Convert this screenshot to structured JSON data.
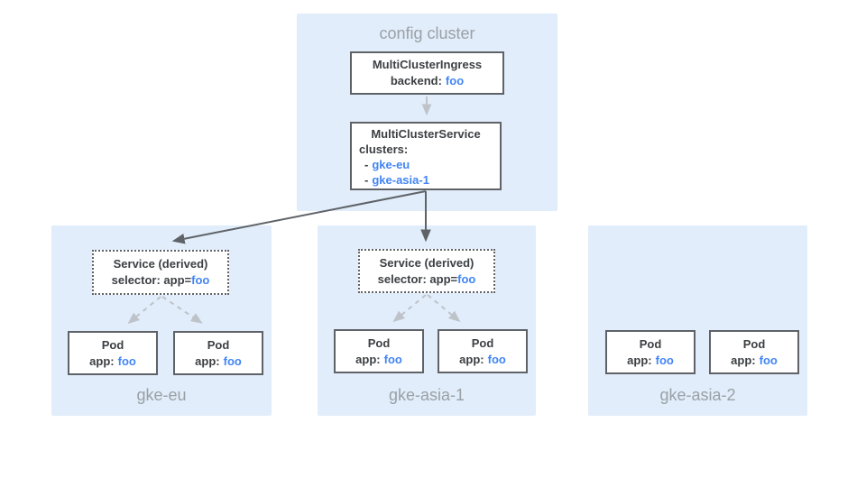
{
  "colors": {
    "panel_bg": "#E1EDFA",
    "box_border": "#5F6368",
    "text_dark": "#3C4043",
    "text_blue": "#4285F4",
    "text_gray": "#9AA0A6",
    "arrow_dark": "#5F6368",
    "arrow_light": "#BEC3C9"
  },
  "config_cluster": {
    "title": "config cluster",
    "ingress_box": {
      "title": "MultiClusterIngress",
      "backend_label": "backend:",
      "backend_value": "foo"
    },
    "service_box": {
      "title": "MultiClusterService",
      "clusters_label": "clusters:",
      "clusters": [
        {
          "bullet": "-",
          "name": "gke-eu"
        },
        {
          "bullet": "-",
          "name": "gke-asia-1"
        }
      ]
    }
  },
  "clusters": [
    {
      "name": "gke-eu",
      "service": {
        "title": "Service (derived)",
        "selector_label": "selector: app=",
        "selector_value": "foo"
      },
      "pods": [
        {
          "title": "Pod",
          "app_label": "app:",
          "app_value": "foo"
        },
        {
          "title": "Pod",
          "app_label": "app:",
          "app_value": "foo"
        }
      ]
    },
    {
      "name": "gke-asia-1",
      "service": {
        "title": "Service (derived)",
        "selector_label": "selector: app=",
        "selector_value": "foo"
      },
      "pods": [
        {
          "title": "Pod",
          "app_label": "app:",
          "app_value": "foo"
        },
        {
          "title": "Pod",
          "app_label": "app:",
          "app_value": "foo"
        }
      ]
    },
    {
      "name": "gke-asia-2",
      "pods": [
        {
          "title": "Pod",
          "app_label": "app:",
          "app_value": "foo"
        },
        {
          "title": "Pod",
          "app_label": "app:",
          "app_value": "foo"
        }
      ]
    }
  ]
}
